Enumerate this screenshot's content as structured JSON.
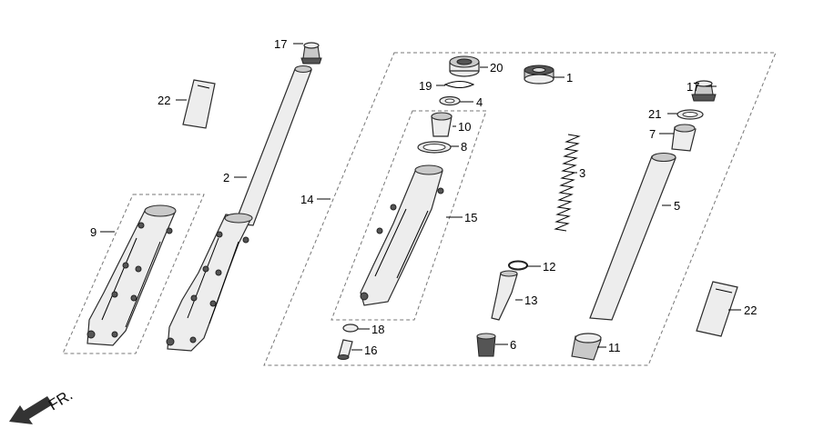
{
  "direction_label": "FR.",
  "callouts": {
    "p1": "1",
    "p2": "2",
    "p3": "3",
    "p4": "4",
    "p5": "5",
    "p6": "6",
    "p7": "7",
    "p8": "8",
    "p9": "9",
    "p10": "10",
    "p11": "11",
    "p12": "12",
    "p13": "13",
    "p14": "14",
    "p15": "15",
    "p16": "16",
    "p17a": "17",
    "p17b": "17",
    "p18": "18",
    "p19": "19",
    "p20": "20",
    "p21": "21",
    "p22a": "22",
    "p22b": "22"
  }
}
